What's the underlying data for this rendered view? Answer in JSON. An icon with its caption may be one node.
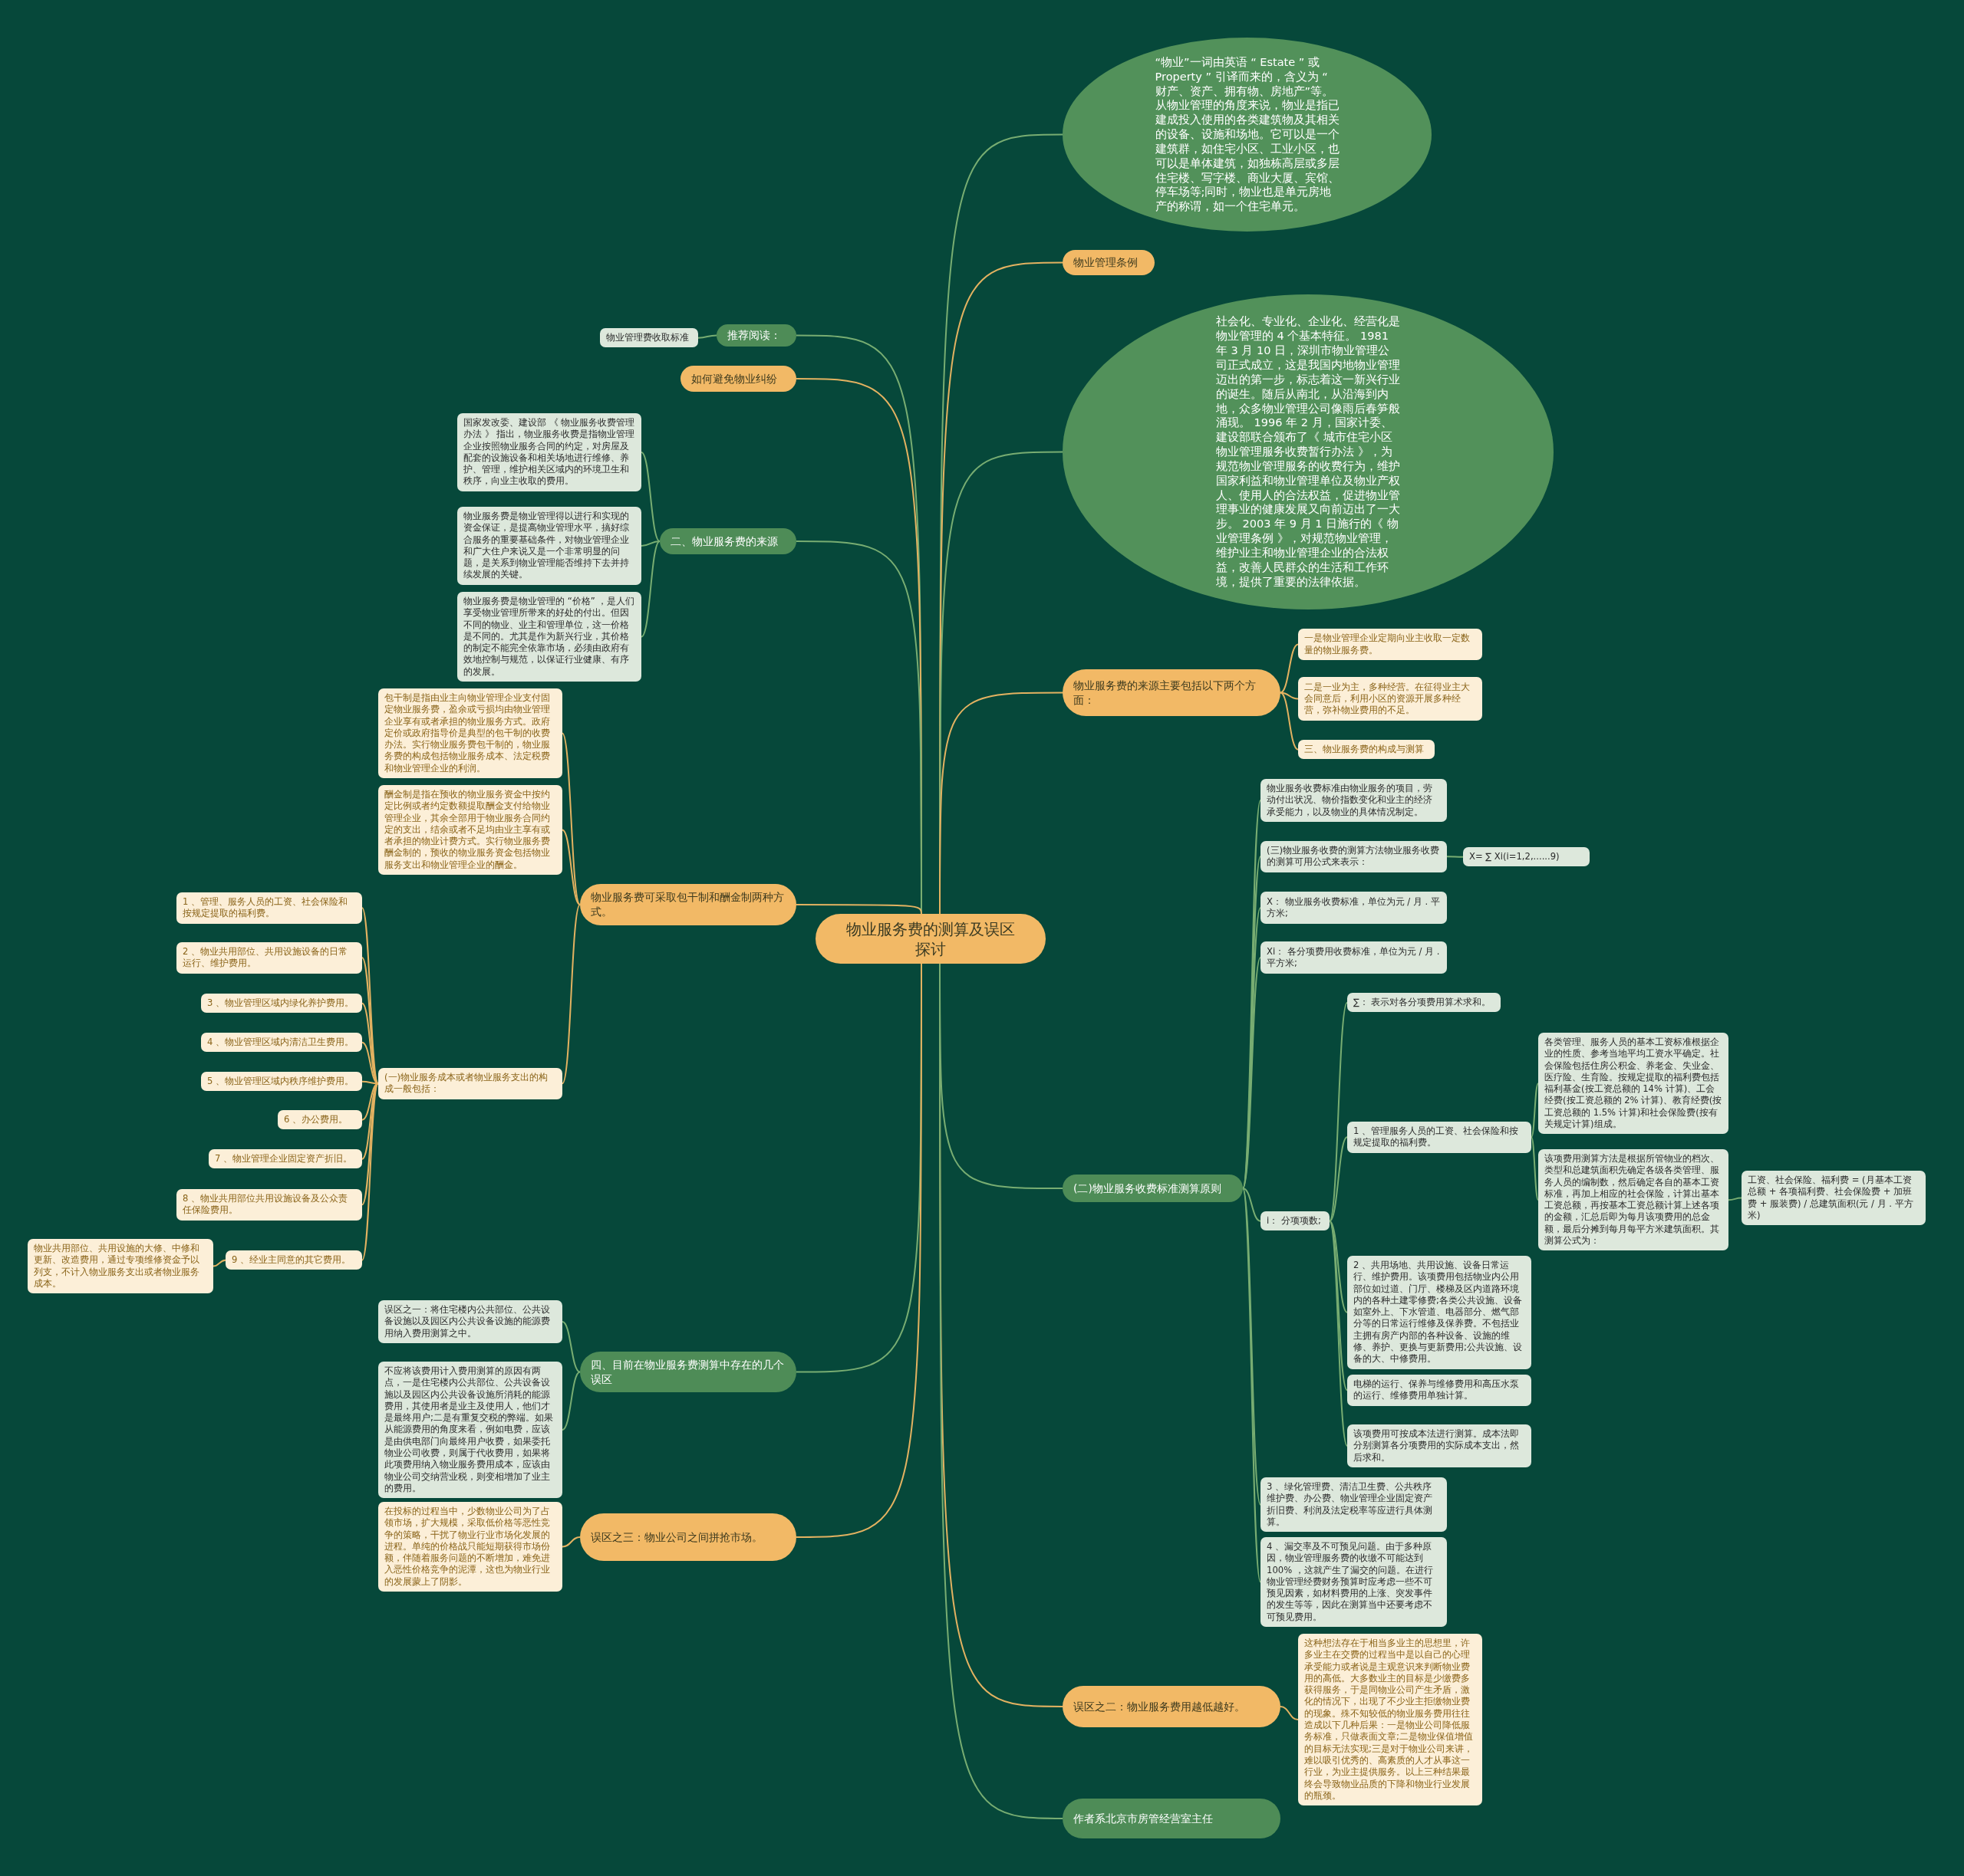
{
  "diagram": {
    "nodes": [
      {
        "text": [
          "物业服务费的测算及误区探讨"
        ]
      },
      {
        "text": [
          "“物业”一词由英语 “ Estate ” 或 Property ” 引译而来的，含义为 “ 财产、资产、拥有物、房地产”等。从物业管理的角度来说，物业是指已建成投入使用的各类建筑物及其相关的设备、设施和场地。它可以是一个建筑群，如住宅小区、工业小区，也可以是单体建筑，如独栋高层或多层住宅楼、写字楼、商业大厦、宾馆、停车场等;同时，物业也是单元房地产的称谓，如一个住宅单元。"
        ]
      },
      {
        "text": [
          "物业管理条例"
        ]
      },
      {
        "text": [
          "社会化、专业化、企业化、经营化是物业管理的 4 个基本特征。 1981 年 3 月 10 日，深圳市物业管理公司正式成立，这是我国内地物业管理迈出的第一步，标志着这一新兴行业的诞生。随后从南北，从沿海到内地，众多物业管理公司像雨后春笋般涌现。 1996 年 2 月，国家计委、建设部联合颁布了《 城市住宅小区物业管理服务收费暂行办法 》，为规范物业管理服务的收费行为，维护国家利益和物业管理单位及物业产权人、使用人的合法权益，促进物业管理事业的健康发展又向前迈出了一大步。 2003 年 9 月 1 日施行的《 物业管理条例 》，对规范物业管理，维护业主和物业管理企业的合法权益，改善人民群众的生活和工作环境，提供了重要的法律依据。"
        ]
      },
      {
        "text": [
          "物业服务费的来源主要包括以下两个方面："
        ]
      },
      {
        "text": [
          "一是物业管理企业定期向业主收取一定数量的物业服务费。"
        ]
      },
      {
        "text": [
          "二是一业为主，多种经营。在征得业主大会同意后，利用小区的资源开展多种经营，弥补物业费用的不足。"
        ]
      },
      {
        "text": [
          "三、物业服务费的构成与测算"
        ]
      },
      {
        "text": [
          "(二)物业服务收费标准测算原则"
        ]
      },
      {
        "text": [
          "物业服务收费标准由物业服务的项目，劳动付出状况、物价指数变化和业主的经济承受能力，以及物业的具体情况制定。"
        ]
      },
      {
        "text": [
          "(三)物业服务收费的测算方法物业服务收费的测算可用公式来表示："
        ]
      },
      {
        "text": [
          "X= ∑ Xi(i=1,2,......9)"
        ]
      },
      {
        "text": [
          "X： 物业服务收费标准，单位为元 / 月 . 平方米;"
        ]
      },
      {
        "text": [
          "Xi： 各分项费用收费标准，单位为元 / 月 . 平方米;"
        ]
      },
      {
        "text": [
          "i： 分项项数;"
        ]
      },
      {
        "text": [
          "∑： 表示对各分项费用算术求和。"
        ]
      },
      {
        "text": [
          "1 、管理服务人员的工资、社会保险和按规定提取的福利费。"
        ]
      },
      {
        "text": [
          "各类管理、服务人员的基本工资标准根据企业的性质、参考当地平均工资水平确定。社会保险包括住房公积金、养老金、失业金、医疗险、生育险。按规定提取的福利费包括福利基金(按工资总额的 14% 计算)、工会经费(按工资总额的 2% 计算)、教育经费(按工资总额的 1.5% 计算)和社会保险费(按有关规定计算)组成。"
        ]
      },
      {
        "text": [
          "该项费用测算方法是根据所管物业的档次、类型和总建筑面积先确定各级各类管理、服务人员的编制数，然后确定各自的基本工资标准，再加上相应的社会保险，计算出基本工资总额，再按基本工资总额计算上述各项的金额，汇总后即为每月该项费用的总金额，最后分摊到每月每平方米建筑面积。其测算公式为："
        ]
      },
      {
        "text": [
          "工资、社会保险、福利费 = (月基本工资总额 + 各项福利费、社会保险费 + 加班费 + 服装费) / 总建筑面积(元 / 月 . 平方米)"
        ]
      },
      {
        "text": [
          "2 、共用场地、共用设施、设备日常运行、维护费用。该项费用包括物业内公用部位如过道、门厅、楼梯及区内道路环境内的各种土建零修费;各类公共设施、设备如室外上、下水管道、电器部分、燃气部分等的日常运行维修及保养费。不包括业主拥有房产内部的各种设备、设施的维修、养护、更换与更新费用;公共设施、设备的大、中修费用。"
        ]
      },
      {
        "text": [
          "电梯的运行、保养与维修费用和高压水泵的运行、维修费用单独计算。"
        ]
      },
      {
        "text": [
          "该项费用可按成本法进行测算。成本法即分别测算各分项费用的实际成本支出，然后求和。"
        ]
      },
      {
        "text": [
          "3 、绿化管理费、清洁卫生费、公共秩序维护费、办公费、物业管理企业固定资产折旧费、利润及法定税率等应进行具体测算。"
        ]
      },
      {
        "text": [
          "4 、漏交率及不可预见问题。由于多种原因，物业管理服务费的收缴不可能达到 100% ，这就产生了漏交的问题。在进行物业管理经费财务预算时应考虑一些不可预见因素，如材料费用的上涨、突发事件的发生等等，因此在测算当中还要考虑不可预见费用。"
        ]
      },
      {
        "text": [
          "误区之二：物业服务费用越低越好。"
        ]
      },
      {
        "text": [
          "这种想法存在于相当多业主的思想里，许多业主在交费的过程当中是以自己的心理承受能力或者说是主观意识来判断物业费用的高低。大多数业主的目标是少缴费多获得服务，于是同物业公司产生矛盾，激化的情况下，出现了不少业主拒缴物业费的现象。殊不知较低的物业服务费用往往造成以下几种后果：一是物业公司降低服务标准，只做表面文章;二是物业保值增值的目标无法实现;三是对于物业公司来讲，难以吸引优秀的、高素质的人才从事这一行业，为业主提供服务。以上三种结果最终会导致物业品质的下降和物业行业发展的瓶颈。"
        ]
      },
      {
        "text": [
          "作者系北京市房管经营室主任"
        ]
      },
      {
        "text": [
          "推荐阅读："
        ]
      },
      {
        "text": [
          "物业管理费收取标准"
        ]
      },
      {
        "text": [
          "如何避免物业纠纷"
        ]
      },
      {
        "text": [
          "二、物业服务费的来源"
        ]
      },
      {
        "text": [
          "国家发改委、建设部 《 物业服务收费管理办法 》 指出，物业服务收费是指物业管理企业按照物业服务合同的约定，对房屋及配套的设施设备和相关场地进行维修、养护、管理，维护相关区域内的环境卫生和秩序，向业主收取的费用。"
        ]
      },
      {
        "text": [
          "物业服务费是物业管理得以进行和实现的资金保证，是提高物业管理水平，搞好综合服务的重要基础条件，对物业管理企业和广大住户来说又是一个非常明显的问题，是关系到物业管理能否维持下去并持续发展的关键。"
        ]
      },
      {
        "text": [
          "物业服务费是物业管理的 “价格” ，是人们享受物业管理所带来的好处的付出。但因不同的物业、业主和管理单位，这一价格是不同的。尤其是作为新兴行业，其价格的制定不能完全依靠市场，必须由政府有效地控制与规范，以保证行业健康、有序的发展。"
        ]
      },
      {
        "text": [
          "物业服务费可采取包干制和酬金制两种方式。"
        ]
      },
      {
        "text": [
          "包干制是指由业主向物业管理企业支付固定物业服务费，盈余或亏损均由物业管理企业享有或者承担的物业服务方式。政府定价或政府指导价是典型的包干制的收费办法。实行物业服务费包干制的，物业服务费的构成包括物业服务成本、法定税费和物业管理企业的利润。"
        ]
      },
      {
        "text": [
          "酬金制是指在预收的物业服务资金中按约定比例或者约定数额提取酬金支付给物业管理企业，其余全部用于物业服务合同约定的支出，结余或者不足均由业主享有或者承担的物业计费方式。实行物业服务费酬金制的，预收的物业服务资金包括物业服务支出和物业管理企业的酬金。"
        ]
      },
      {
        "text": [
          "(一)物业服务成本或者物业服务支出的构成一般包括："
        ]
      },
      {
        "text": [
          "1 、管理、服务人员的工资、社会保险和按规定提取的福利费。"
        ]
      },
      {
        "text": [
          "2 、物业共用部位、共用设施设备的日常运行、维护费用。"
        ]
      },
      {
        "text": [
          "3 、物业管理区域内绿化养护费用。"
        ]
      },
      {
        "text": [
          "4 、物业管理区域内清洁卫生费用。"
        ]
      },
      {
        "text": [
          "5 、物业管理区域内秩序维护费用。"
        ]
      },
      {
        "text": [
          "6 、办公费用。"
        ]
      },
      {
        "text": [
          "7 、物业管理企业固定资产折旧。"
        ]
      },
      {
        "text": [
          "8 、物业共用部位共用设施设备及公众责任保险费用。"
        ]
      },
      {
        "text": [
          "9 、经业主同意的其它费用。"
        ]
      },
      {
        "text": [
          "物业共用部位、共用设施的大修、中修和更新、改造费用，通过专项维修资金予以列支，不计入物业服务支出或者物业服务成本。"
        ]
      },
      {
        "text": [
          "四、目前在物业服务费测算中存在的几个误区"
        ]
      },
      {
        "text": [
          "误区之一：将住宅楼内公共部位、公共设备设施以及园区内公共设备设施的能源费用纳入费用测算之中。"
        ]
      },
      {
        "text": [
          "不应将该费用计入费用测算的原因有两点，一是住宅楼内公共部位、公共设备设施以及园区内公共设备设施所消耗的能源费用，其使用者是业主及使用人，他们才是最终用户;二是有重复交税的弊端。如果从能源费用的角度来看，例如电费，应该是由供电部门向最终用户收费，如果委托物业公司收费，则属于代收费用，如果将此项费用纳入物业服务费用成本，应该由物业公司交纳营业税，则变相增加了业主的费用。"
        ]
      },
      {
        "text": [
          "误区之三：物业公司之间拼抢市场。"
        ]
      },
      {
        "text": [
          "在投标的过程当中，少数物业公司为了占领市场，扩大规模，采取低价格等恶性竞争的策略，干扰了物业行业市场化发展的进程。单纯的价格战只能短期获得市场份额，伴随着服务问题的不断增加，难免进入恶性价格竞争的泥潭，这也为物业行业的发展蒙上了阴影。"
        ]
      }
    ],
    "edges": [
      {
        "from": 0,
        "to": 1,
        "arrow": "none"
      },
      {
        "from": 0,
        "to": 2,
        "arrow": "none",
        "color": "#e3b261"
      },
      {
        "from": 0,
        "to": 3,
        "arrow": "none"
      },
      {
        "from": 0,
        "to": 4,
        "arrow": "none",
        "color": "#e3b261"
      },
      {
        "from": 4,
        "to": 5,
        "arrow": "none",
        "color": "#e3b261"
      },
      {
        "from": 4,
        "to": 6,
        "arrow": "none",
        "color": "#e3b261"
      },
      {
        "from": 4,
        "to": 7,
        "arrow": "none",
        "color": "#e3b261"
      },
      {
        "from": 0,
        "to": 8,
        "arrow": "none"
      },
      {
        "from": 8,
        "to": 9,
        "arrow": "none"
      },
      {
        "from": 8,
        "to": 10,
        "arrow": "none"
      },
      {
        "from": 10,
        "to": 11,
        "arrow": "none"
      },
      {
        "from": 8,
        "to": 12,
        "arrow": "none"
      },
      {
        "from": 8,
        "to": 13,
        "arrow": "none"
      },
      {
        "from": 8,
        "to": 14,
        "arrow": "none"
      },
      {
        "from": 14,
        "to": 15,
        "arrow": "none"
      },
      {
        "from": 14,
        "to": 16,
        "arrow": "none"
      },
      {
        "from": 16,
        "to": 17,
        "arrow": "none"
      },
      {
        "from": 16,
        "to": 18,
        "arrow": "none"
      },
      {
        "from": 18,
        "to": 19,
        "arrow": "none"
      },
      {
        "from": 14,
        "to": 20,
        "arrow": "none"
      },
      {
        "from": 14,
        "to": 21,
        "arrow": "none"
      },
      {
        "from": 14,
        "to": 22,
        "arrow": "none"
      },
      {
        "from": 8,
        "to": 23,
        "arrow": "none"
      },
      {
        "from": 8,
        "to": 24,
        "arrow": "none"
      },
      {
        "from": 0,
        "to": 25,
        "arrow": "none",
        "color": "#e3b261"
      },
      {
        "from": 25,
        "to": 26,
        "arrow": "none",
        "color": "#e3b261"
      },
      {
        "from": 0,
        "to": 27,
        "arrow": "none"
      },
      {
        "from": 0,
        "to": 28,
        "arrow": "none"
      },
      {
        "from": 28,
        "to": 29,
        "arrow": "none"
      },
      {
        "from": 0,
        "to": 30,
        "arrow": "none",
        "color": "#e3b261"
      },
      {
        "from": 0,
        "to": 31,
        "arrow": "none"
      },
      {
        "from": 31,
        "to": 32,
        "arrow": "none"
      },
      {
        "from": 31,
        "to": 33,
        "arrow": "none"
      },
      {
        "from": 31,
        "to": 34,
        "arrow": "none"
      },
      {
        "from": 0,
        "to": 35,
        "arrow": "none",
        "color": "#e3b261"
      },
      {
        "from": 35,
        "to": 36,
        "arrow": "none",
        "color": "#e3b261"
      },
      {
        "from": 35,
        "to": 37,
        "arrow": "none",
        "color": "#e3b261"
      },
      {
        "from": 35,
        "to": 38,
        "arrow": "none",
        "color": "#e3b261"
      },
      {
        "from": 38,
        "to": 39,
        "arrow": "none",
        "color": "#e3b261"
      },
      {
        "from": 38,
        "to": 40,
        "arrow": "none",
        "color": "#e3b261"
      },
      {
        "from": 38,
        "to": 41,
        "arrow": "none",
        "color": "#e3b261"
      },
      {
        "from": 38,
        "to": 42,
        "arrow": "none",
        "color": "#e3b261"
      },
      {
        "from": 38,
        "to": 43,
        "arrow": "none",
        "color": "#e3b261"
      },
      {
        "from": 38,
        "to": 44,
        "arrow": "none",
        "color": "#e3b261"
      },
      {
        "from": 38,
        "to": 45,
        "arrow": "none",
        "color": "#e3b261"
      },
      {
        "from": 38,
        "to": 46,
        "arrow": "none",
        "color": "#e3b261"
      },
      {
        "from": 38,
        "to": 47,
        "arrow": "none",
        "color": "#e3b261"
      },
      {
        "from": 47,
        "to": 48,
        "arrow": "none",
        "color": "#e3b261"
      },
      {
        "from": 0,
        "to": 49,
        "arrow": "none"
      },
      {
        "from": 49,
        "to": 50,
        "arrow": "none"
      },
      {
        "from": 49,
        "to": 51,
        "arrow": "none"
      },
      {
        "from": 0,
        "to": 52,
        "arrow": "none",
        "color": "#e3b261"
      },
      {
        "from": 52,
        "to": 53,
        "arrow": "none",
        "color": "#e3b261"
      }
    ]
  }
}
